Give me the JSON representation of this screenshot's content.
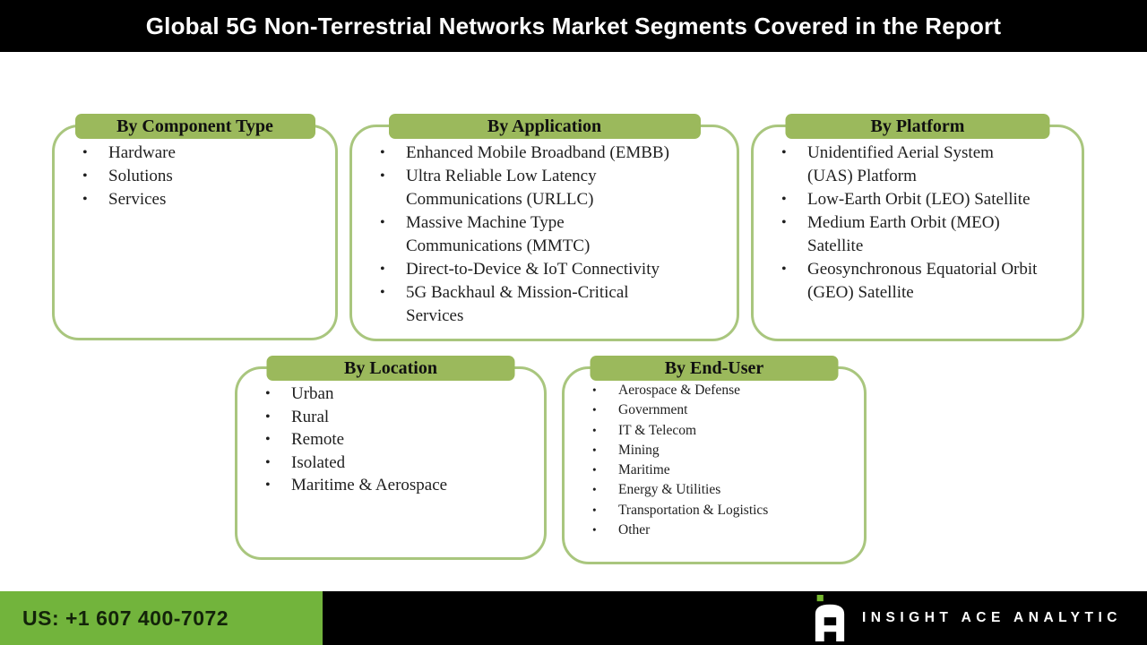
{
  "header": {
    "title": "Global 5G Non-Terrestrial Networks Market Segments Covered in the Report"
  },
  "segments": [
    {
      "title": "By Component Type",
      "items": [
        "Hardware",
        "Solutions",
        "Services"
      ]
    },
    {
      "title": "By Application",
      "items": [
        "Enhanced Mobile Broadband (EMBB)",
        "Ultra Reliable Low Latency Communications (URLLC)",
        "Massive Machine Type Communications (MMTC)",
        "Direct-to-Device & IoT Connectivity",
        "5G Backhaul & Mission-Critical Services"
      ]
    },
    {
      "title": "By Platform",
      "items": [
        "Unidentified Aerial System (UAS) Platform",
        "Low-Earth Orbit (LEO) Satellite",
        "Medium Earth Orbit (MEO) Satellite",
        "Geosynchronous Equatorial Orbit (GEO) Satellite"
      ]
    },
    {
      "title": "By Location",
      "items": [
        "Urban",
        "Rural",
        "Remote",
        "Isolated",
        "Maritime & Aerospace"
      ]
    },
    {
      "title": "By End-User",
      "items": [
        "Aerospace & Defense",
        "Government",
        "IT & Telecom",
        "Mining",
        "Maritime",
        "Energy & Utilities",
        "Transportation & Logistics",
        "Other"
      ]
    }
  ],
  "footer": {
    "phone": "US: +1 607 400-7072",
    "brand": "INSIGHT ACE ANALYTIC",
    "logo_icon": "insight-ace-logo"
  },
  "colors": {
    "header_bg": "#000000",
    "header_text": "#ffffff",
    "tab_green": "#9bb95c",
    "box_border_green": "#a9c67e",
    "footer_green": "#72b43c",
    "footer_bg": "#000000",
    "body_text": "#1f1f1f",
    "logo_dot_green": "#76b82f"
  }
}
